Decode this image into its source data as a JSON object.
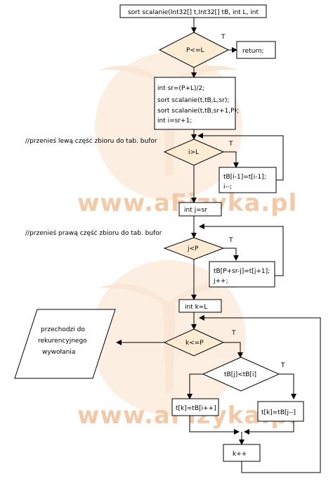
{
  "watermark": {
    "text": "www.aFizyka.pl",
    "color": "#f3c9a8"
  },
  "colors": {
    "stroke": "#000000",
    "diamond_fill": "#fdebd3",
    "box_fill": "#ffffff"
  },
  "diagram": {
    "start": "sort scalanie(Int32[] t,Int32[] tB, int L, int",
    "cond_p_le_l": "P<=L",
    "label_t1": "T",
    "return": "return;",
    "block_init": {
      "l1": "int sr=(P+L)/2;",
      "l2": "sort scalanie(t,tB,L,sr);",
      "l3": "sort scalanie(t,tB,sr+1,P);",
      "l4": "int i=sr+1;"
    },
    "comment_left": "//przenieś lewą część zbioru do tab. bufor",
    "cond_i_gt_l": "i>L",
    "label_t2": "T",
    "block_left": {
      "l1": "tB[i-1]=t[i-1];",
      "l2": "i--;"
    },
    "int_j": "int j=sr",
    "comment_right": "//przenieś prawą część zbioru do tab. bufor",
    "cond_j_lt_p": "j<P",
    "label_t3": "T",
    "block_right": {
      "l1": "tB[P+sr-j]=t[j+1];",
      "l2": "j++;"
    },
    "int_k": "int k=L",
    "cond_k_le_p": "k<=P",
    "label_t4": "T",
    "io_recursion": {
      "l1": "przechodzi do",
      "l2": "rekurencyjnego",
      "l3": "wywołania"
    },
    "cond_compare": "tB[j]<tB[i]",
    "label_t5": "T",
    "assign_i": "t[k]=tB[i++]",
    "assign_j": "t[k]=tB[j--]",
    "k_inc": "k++"
  }
}
